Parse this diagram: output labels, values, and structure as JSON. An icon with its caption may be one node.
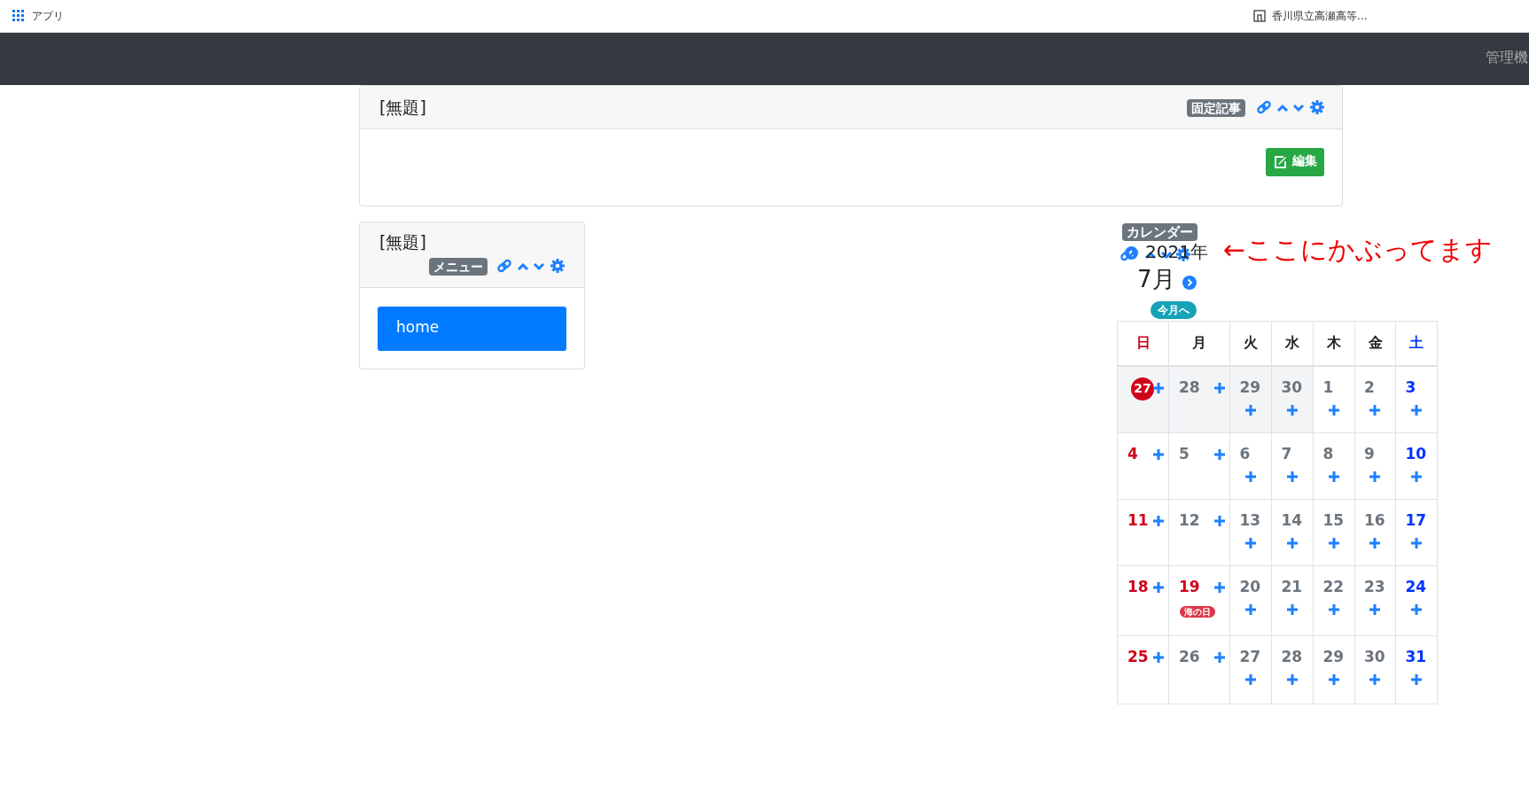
{
  "diagram": {
    "labels": [
      "アプリ",
      "香川県立高瀬高等...",
      "管理機",
      "[無題]",
      "固定記事",
      "編集",
      "[無題]",
      "メニュー",
      "home",
      "カレンダー",
      "2021年",
      "7月",
      "今月へ",
      "←ここにかぶってます",
      "日",
      "月",
      "火",
      "水",
      "木",
      "金",
      "土",
      "27",
      "28",
      "29",
      "30",
      "1",
      "2",
      "3",
      "4",
      "5",
      "6",
      "7",
      "8",
      "9",
      "10",
      "11",
      "12",
      "13",
      "14",
      "15",
      "16",
      "17",
      "18",
      "19",
      "海の日",
      "20",
      "21",
      "22",
      "23",
      "24",
      "25",
      "26",
      "27",
      "28",
      "29",
      "30",
      "31"
    ]
  }
}
